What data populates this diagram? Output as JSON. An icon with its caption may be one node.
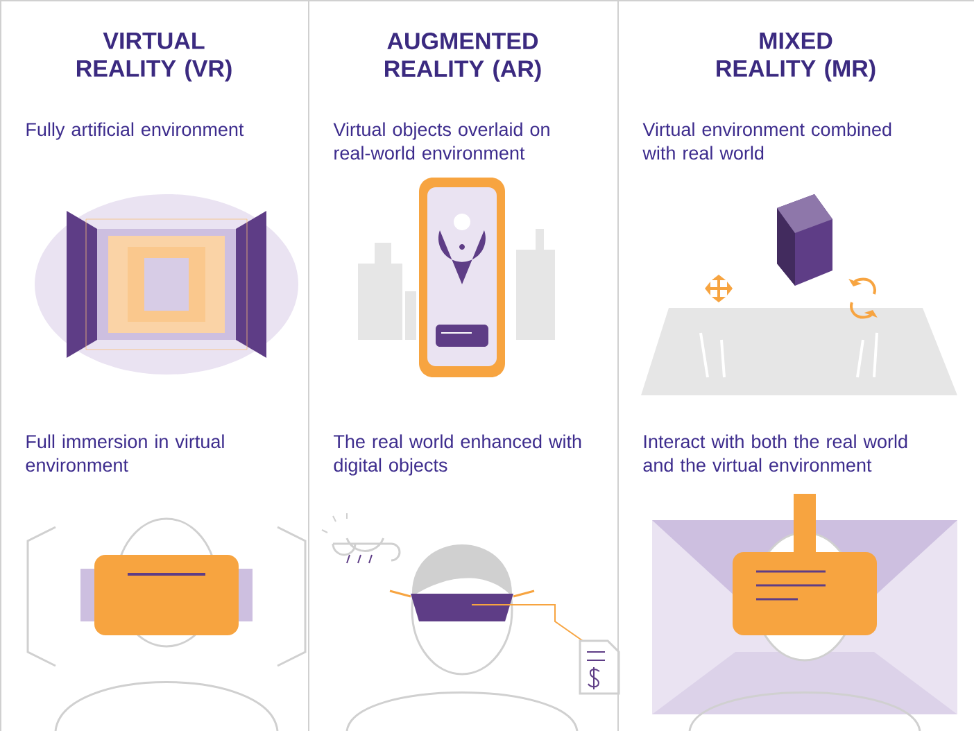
{
  "diagram": {
    "nodes": [
      {
        "text": [
          "VIRTUAL REALITY (VR)",
          "Fully artificial environment",
          "Full immersion in virtual environment"
        ]
      },
      {
        "text": [
          "AUGMENTED REALITY (AR)",
          "Virtual objects overlaid on real-world environment",
          "The real world enhanced with digital objects"
        ]
      },
      {
        "text": [
          "MIXED REALITY (MR)",
          "Virtual environment combined with real world",
          "Interact with both the real world and the virtual environment"
        ]
      }
    ]
  }
}
